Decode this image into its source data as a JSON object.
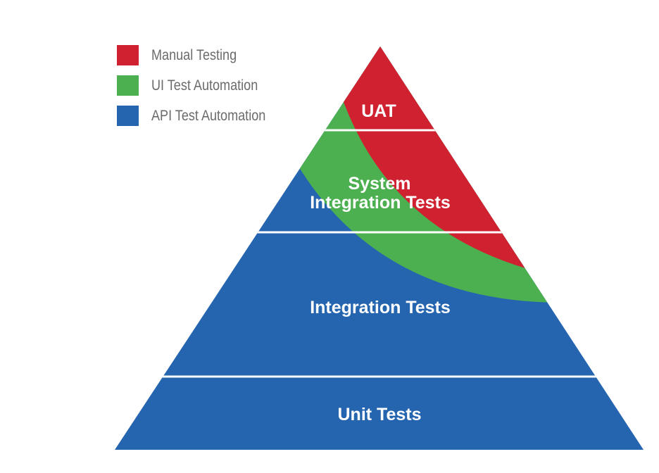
{
  "colors": {
    "manual": "#d02130",
    "ui": "#4caf50",
    "api": "#2565b0",
    "divider": "#ffffff",
    "legend_text": "#6b6b6b"
  },
  "legend": [
    {
      "label": "Manual Testing",
      "color": "#d02130"
    },
    {
      "label": "UI Test Automation",
      "color": "#4caf50"
    },
    {
      "label": "API Test Automation",
      "color": "#2565b0"
    }
  ],
  "tiers": {
    "uat": "UAT",
    "system_line1": "System",
    "system_line2": "Integration Tests",
    "integration": "Integration Tests",
    "unit": "Unit Tests"
  }
}
